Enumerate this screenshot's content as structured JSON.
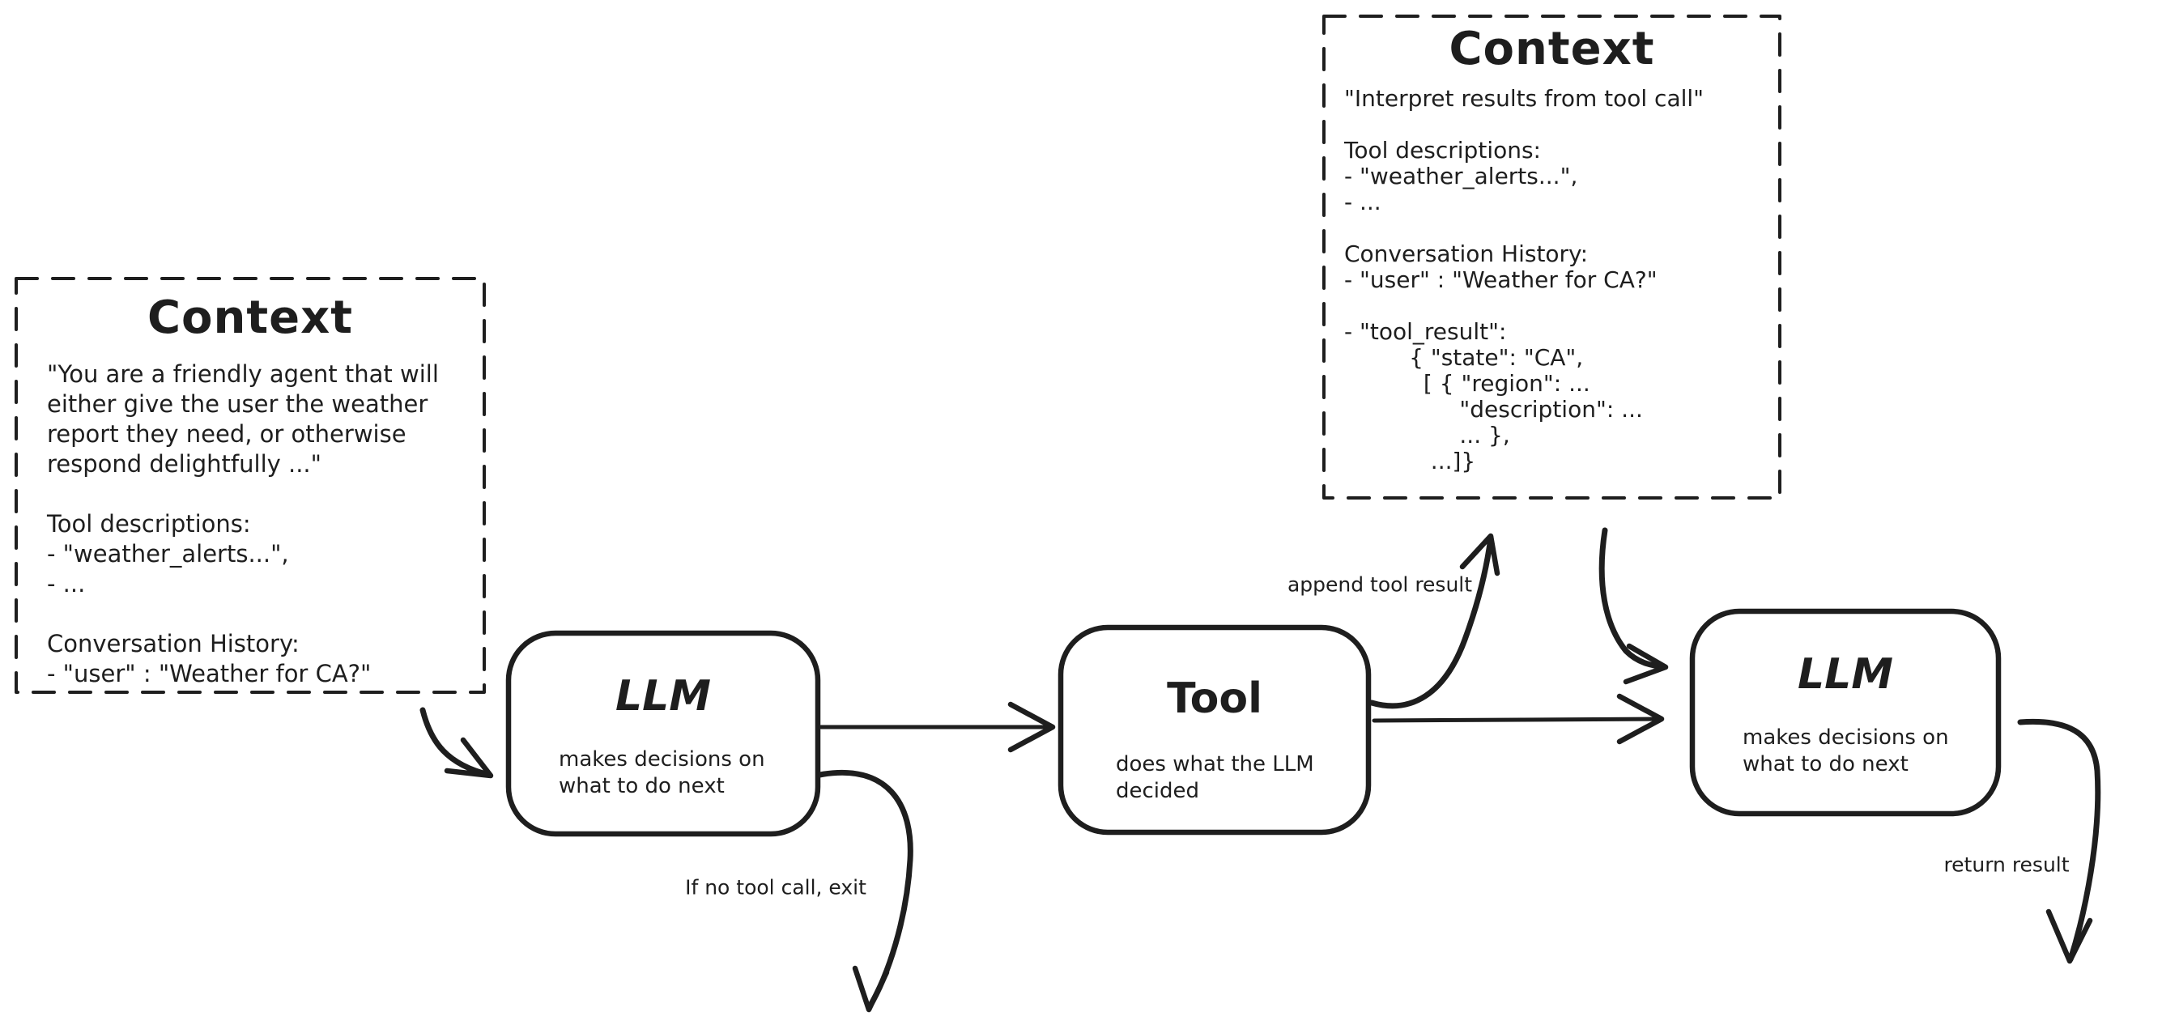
{
  "canvas": {
    "background": "#ffffff",
    "stroke_color": "#1e1e1e"
  },
  "nodes": {
    "context_left": {
      "title": "Context",
      "body": "\"You are a friendly agent that will\neither give the user the weather\nreport they need, or otherwise\nrespond delightfully ...\"\n\nTool descriptions:\n- \"weather_alerts...\",\n- ...\n\nConversation History:\n- \"user\" : \"Weather for CA?\""
    },
    "context_top": {
      "title": "Context",
      "body": "\"Interpret results from tool call\"\n\nTool descriptions:\n- \"weather_alerts...\",\n- ...\n\nConversation History:\n- \"user\" : \"Weather for CA?\"\n\n- \"tool_result\":\n         { \"state\": \"CA\",\n           [ { \"region\": ...\n                \"description\": ...\n                ... },\n            ...]}"
    },
    "llm_1": {
      "title": "LLM",
      "subtitle": "makes decisions on\nwhat to do next"
    },
    "tool": {
      "title": "Tool",
      "subtitle": "does what the LLM\ndecided"
    },
    "llm_2": {
      "title": "LLM",
      "subtitle": "makes decisions on\nwhat to do next"
    }
  },
  "edges": [
    {
      "from": "context_left",
      "to": "llm_1",
      "label": ""
    },
    {
      "from": "llm_1",
      "to": "tool",
      "label": ""
    },
    {
      "from": "llm_1",
      "to": "exit",
      "label": "If no tool call, exit"
    },
    {
      "from": "tool",
      "to": "context_top",
      "label": "append tool result"
    },
    {
      "from": "tool",
      "to": "llm_2",
      "label": ""
    },
    {
      "from": "context_top",
      "to": "llm_2",
      "label": ""
    },
    {
      "from": "llm_2",
      "to": "end",
      "label": "return result"
    }
  ]
}
